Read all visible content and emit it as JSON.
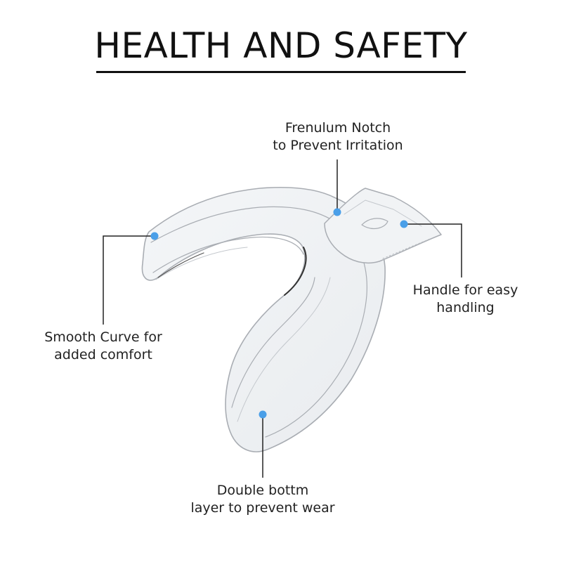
{
  "title": "HEALTH AND SAFETY",
  "colors": {
    "marker": "#4a9fe8",
    "leader_line": "#222222",
    "text": "#222222",
    "tray_stroke": "#a9adb3"
  },
  "callouts": [
    {
      "id": "frenulum",
      "lines": [
        "Frenulum Notch",
        "to Prevent Irritation"
      ]
    },
    {
      "id": "handle",
      "lines": [
        "Handle for easy",
        "handling"
      ]
    },
    {
      "id": "curve",
      "lines": [
        "Smooth Curve for",
        "added comfort"
      ]
    },
    {
      "id": "bottom",
      "lines": [
        "Double bottm",
        "layer to prevent wear"
      ]
    }
  ]
}
